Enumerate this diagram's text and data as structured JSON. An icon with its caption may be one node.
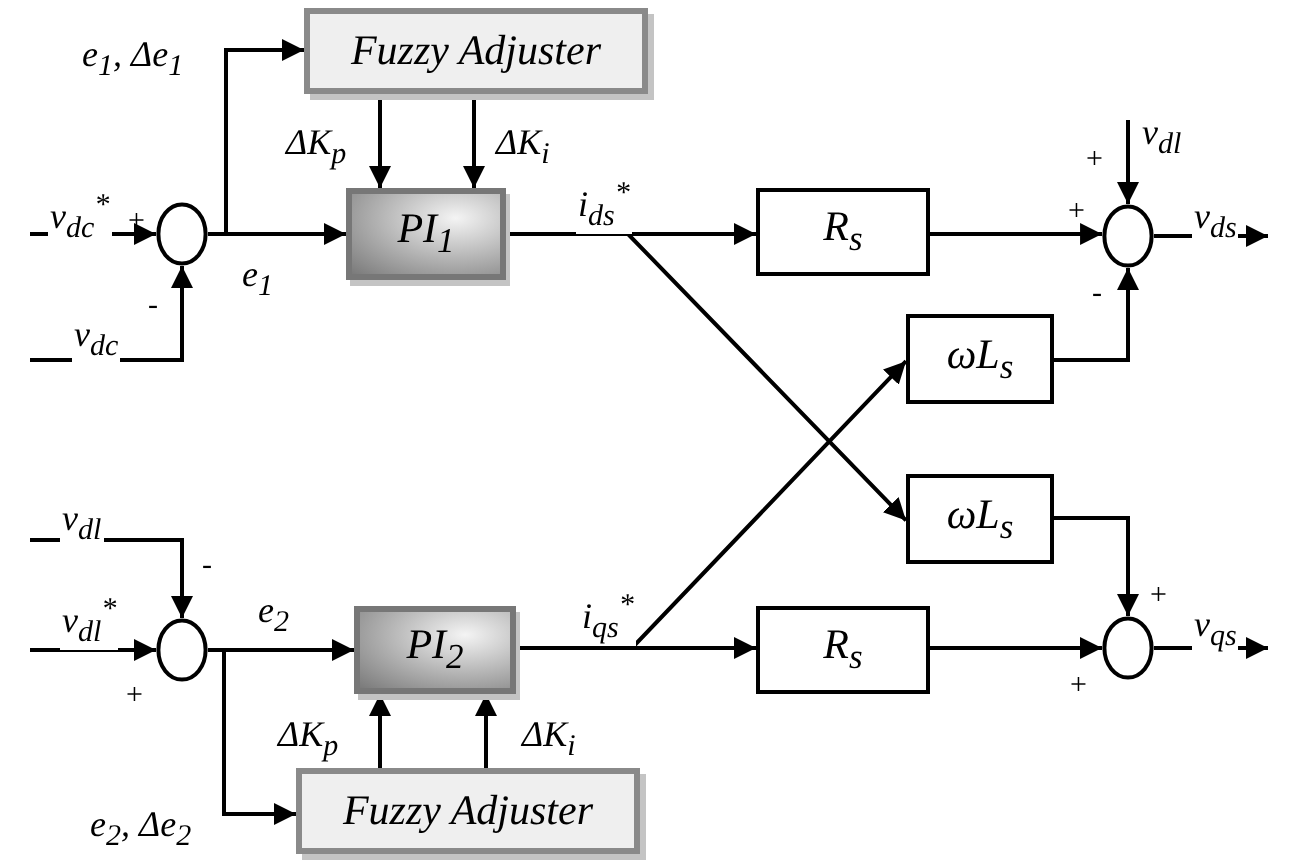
{
  "diagram": {
    "nodes": [
      {
        "text": [
          "Fuzzy Adjuster"
        ]
      },
      {
        "text": [],
        "shape": "circle"
      },
      {
        "text": [
          "PI$_{1}$"
        ]
      },
      {
        "text": [
          "R$_{s}$"
        ]
      },
      {
        "text": [
          "ωL$_{s}$"
        ]
      },
      {
        "text": [],
        "shape": "circle"
      },
      {
        "text": [
          "ωL$_{s}$"
        ]
      },
      {
        "text": [],
        "shape": "circle"
      },
      {
        "text": [
          "R$_{s}$"
        ]
      },
      {
        "text": [],
        "shape": "circle"
      },
      {
        "text": [
          "PI$_{2}$"
        ]
      },
      {
        "text": [
          "Fuzzy Adjuster"
        ]
      }
    ],
    "edges": [
      {
        "from": null,
        "to": 1,
        "arrow": "to",
        "label": "v$_{dc}$$^{*}$"
      },
      {
        "from": null,
        "to": 1,
        "arrow": "to",
        "label": "v$_{dc}$"
      },
      {
        "from": 1,
        "to": 0,
        "arrow": "to",
        "label": "e$_{1}$, Δe$_{1}$"
      },
      {
        "from": 1,
        "to": 2,
        "arrow": "to",
        "label": "e$_{1}$"
      },
      {
        "from": 0,
        "to": 2,
        "arrow": "to",
        "label": "ΔK$_{p}$"
      },
      {
        "from": 0,
        "to": 2,
        "arrow": "to",
        "label": "ΔK$_{i}$"
      },
      {
        "from": 2,
        "to": 3,
        "arrow": "to",
        "label": "i$_{ds}$$^{*}$"
      },
      {
        "from": 2,
        "to": 6,
        "arrow": "to"
      },
      {
        "from": 3,
        "to": 5,
        "arrow": "to"
      },
      {
        "from": 4,
        "to": 5,
        "arrow": "to"
      },
      {
        "from": null,
        "to": 5,
        "arrow": "to",
        "label": "v$_{dl}$"
      },
      {
        "from": 5,
        "to": null,
        "arrow": "to",
        "label": "v$_{ds}$"
      },
      {
        "from": null,
        "to": 9,
        "arrow": "to",
        "label": "v$_{dl}$"
      },
      {
        "from": null,
        "to": 9,
        "arrow": "to",
        "label": "v$_{dl}$$^{*}$"
      },
      {
        "from": 9,
        "to": 10,
        "arrow": "to",
        "label": "e$_{2}$"
      },
      {
        "from": 9,
        "to": 11,
        "arrow": "to",
        "label": "e$_{2}$, Δe$_{2}$"
      },
      {
        "from": 11,
        "to": 10,
        "arrow": "to",
        "label": "ΔK$_{p}$"
      },
      {
        "from": 11,
        "to": 10,
        "arrow": "to",
        "label": "ΔK$_{i}$"
      },
      {
        "from": 10,
        "to": 8,
        "arrow": "to",
        "label": "i$_{qs}$$^{*}$"
      },
      {
        "from": 10,
        "to": 4,
        "arrow": "to"
      },
      {
        "from": 6,
        "to": 7,
        "arrow": "to"
      },
      {
        "from": 8,
        "to": 7,
        "arrow": "to"
      },
      {
        "from": 7,
        "to": null,
        "arrow": "to",
        "label": "v$_{qs}$"
      }
    ],
    "labels": [
      "+",
      "+",
      "+",
      "-",
      "-",
      "-",
      "+",
      "+",
      "+"
    ]
  }
}
